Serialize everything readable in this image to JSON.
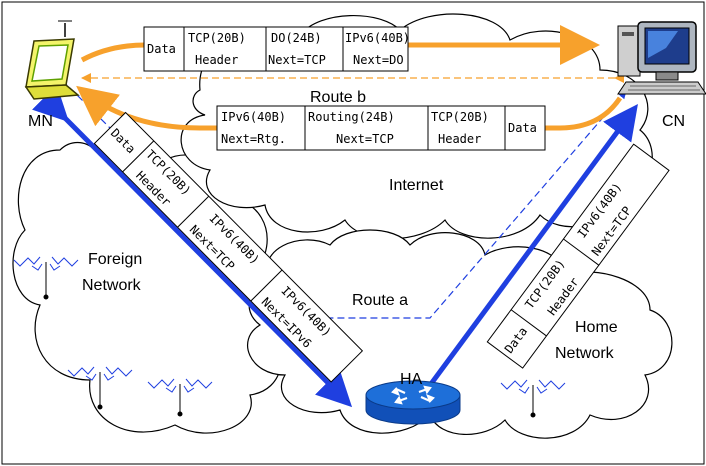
{
  "nodes": {
    "mn": "MN",
    "cn": "CN",
    "ha": "HA"
  },
  "networks": {
    "internet": "Internet",
    "foreign_line1": "Foreign",
    "foreign_line2": "Network",
    "home_line1": "Home",
    "home_line2": "Network"
  },
  "routes": {
    "route_a": "Route a",
    "route_b": "Route b"
  },
  "packets": {
    "top": [
      "Data",
      "TCP(20B)",
      "Header",
      "DO(24B)",
      "Next=TCP",
      "IPv6(40B)",
      "Next=DO"
    ],
    "middle": [
      "IPv6(40B)",
      "Next=Rtg.",
      "Routing(24B)",
      "Next=TCP",
      "TCP(20B)",
      "Header",
      "Data"
    ],
    "left_diag": [
      "Data",
      "TCP(20B)",
      "Header",
      "IPv6(40B)",
      "Next=TCP",
      "IPv6(40B)",
      "Next=IPv6"
    ],
    "right_diag": [
      "Data",
      "TCP(20B)",
      "Header",
      "IPv6(40B)",
      "Next=TCP"
    ]
  },
  "colors": {
    "orange": "#f7a12c",
    "blue": "#1f3fe0",
    "router": "#1e6fd9"
  }
}
